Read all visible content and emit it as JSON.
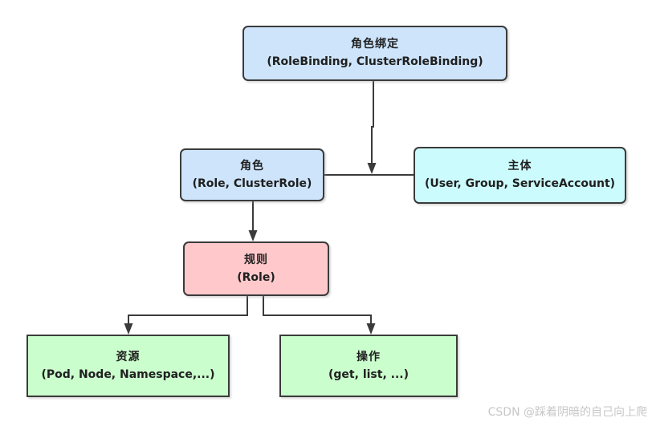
{
  "diagram": {
    "nodes": {
      "role_binding": {
        "title": "角色绑定",
        "subtitle": "(RoleBinding, ClusterRoleBinding)",
        "fill": "#cde4fb"
      },
      "role": {
        "title": "角色",
        "subtitle": "(Role, ClusterRole)",
        "fill": "#cde4fb"
      },
      "subject": {
        "title": "主体",
        "subtitle": "(User, Group, ServiceAccount)",
        "fill": "#ccfbfd"
      },
      "rule": {
        "title": "规则",
        "subtitle": "(Role)",
        "fill": "#ffc9cb"
      },
      "resource": {
        "title": "资源",
        "subtitle": "(Pod, Node, Namespace,...)",
        "fill": "#cbfecd"
      },
      "verb": {
        "title": "操作",
        "subtitle": "(get, list, ...)",
        "fill": "#cbfecd"
      }
    },
    "edges": [
      "role_binding -> role/subject pair",
      "role - subject",
      "role -> rule",
      "rule -> resource",
      "rule -> verb"
    ],
    "line_color": "#3b3b3b"
  },
  "watermark": {
    "text": "CSDN @踩着阴暗的自己向上爬",
    "color": "#c7c7c7"
  }
}
